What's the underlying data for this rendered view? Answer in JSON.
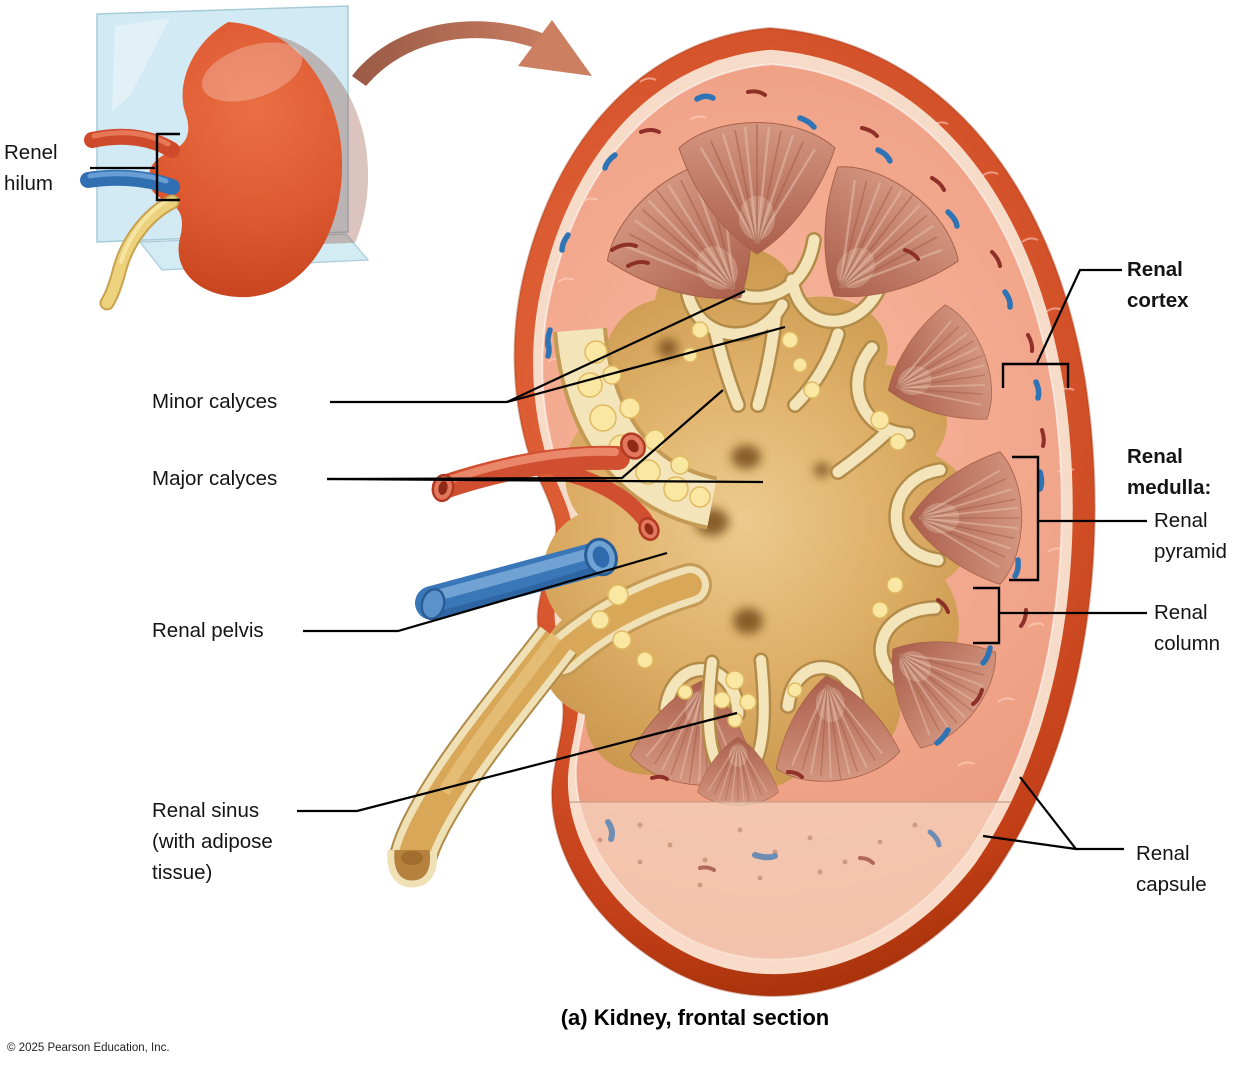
{
  "figure": {
    "caption": "(a) Kidney, frontal section",
    "copyright": "© 2025 Pearson Education, Inc."
  },
  "labels": {
    "renal_hilum": {
      "lines": [
        "Renel",
        "hilum"
      ]
    },
    "minor_calyces": {
      "text": "Minor calyces"
    },
    "major_calyces": {
      "text": "Major calyces"
    },
    "renal_pelvis": {
      "text": "Renal pelvis"
    },
    "renal_sinus": {
      "lines": [
        "Renal sinus",
        "(with adipose",
        "tissue)"
      ]
    },
    "renal_cortex": {
      "lines": [
        "Renal",
        "cortex"
      ]
    },
    "renal_medulla": {
      "lines": [
        "Renal",
        "medulla:"
      ]
    },
    "renal_pyramid": {
      "lines": [
        "Renal",
        "pyramid"
      ]
    },
    "renal_column": {
      "lines": [
        "Renal",
        "column"
      ]
    },
    "renal_capsule": {
      "lines": [
        "Renal",
        "capsule"
      ]
    }
  },
  "palette": {
    "kidney_outer": "#cc4a24",
    "renal_cortex": "#f2a78c",
    "capsule_band": "#f6dbc9",
    "renal_pyramid": "#bf7a66",
    "renal_sinus": "#ddae66",
    "adipose": "#f9e7a2",
    "adipose_edge": "#e0ba62",
    "calyx_wall": "#f3e4ba",
    "calyx_edge": "#b28b49",
    "renal_artery": "#d14f31",
    "renal_vein": "#3a77b8",
    "ureter": "#e3bd74",
    "section_plane": "#cfe9f2",
    "arrow": "#c97a5e",
    "leader_line": "#000000"
  }
}
